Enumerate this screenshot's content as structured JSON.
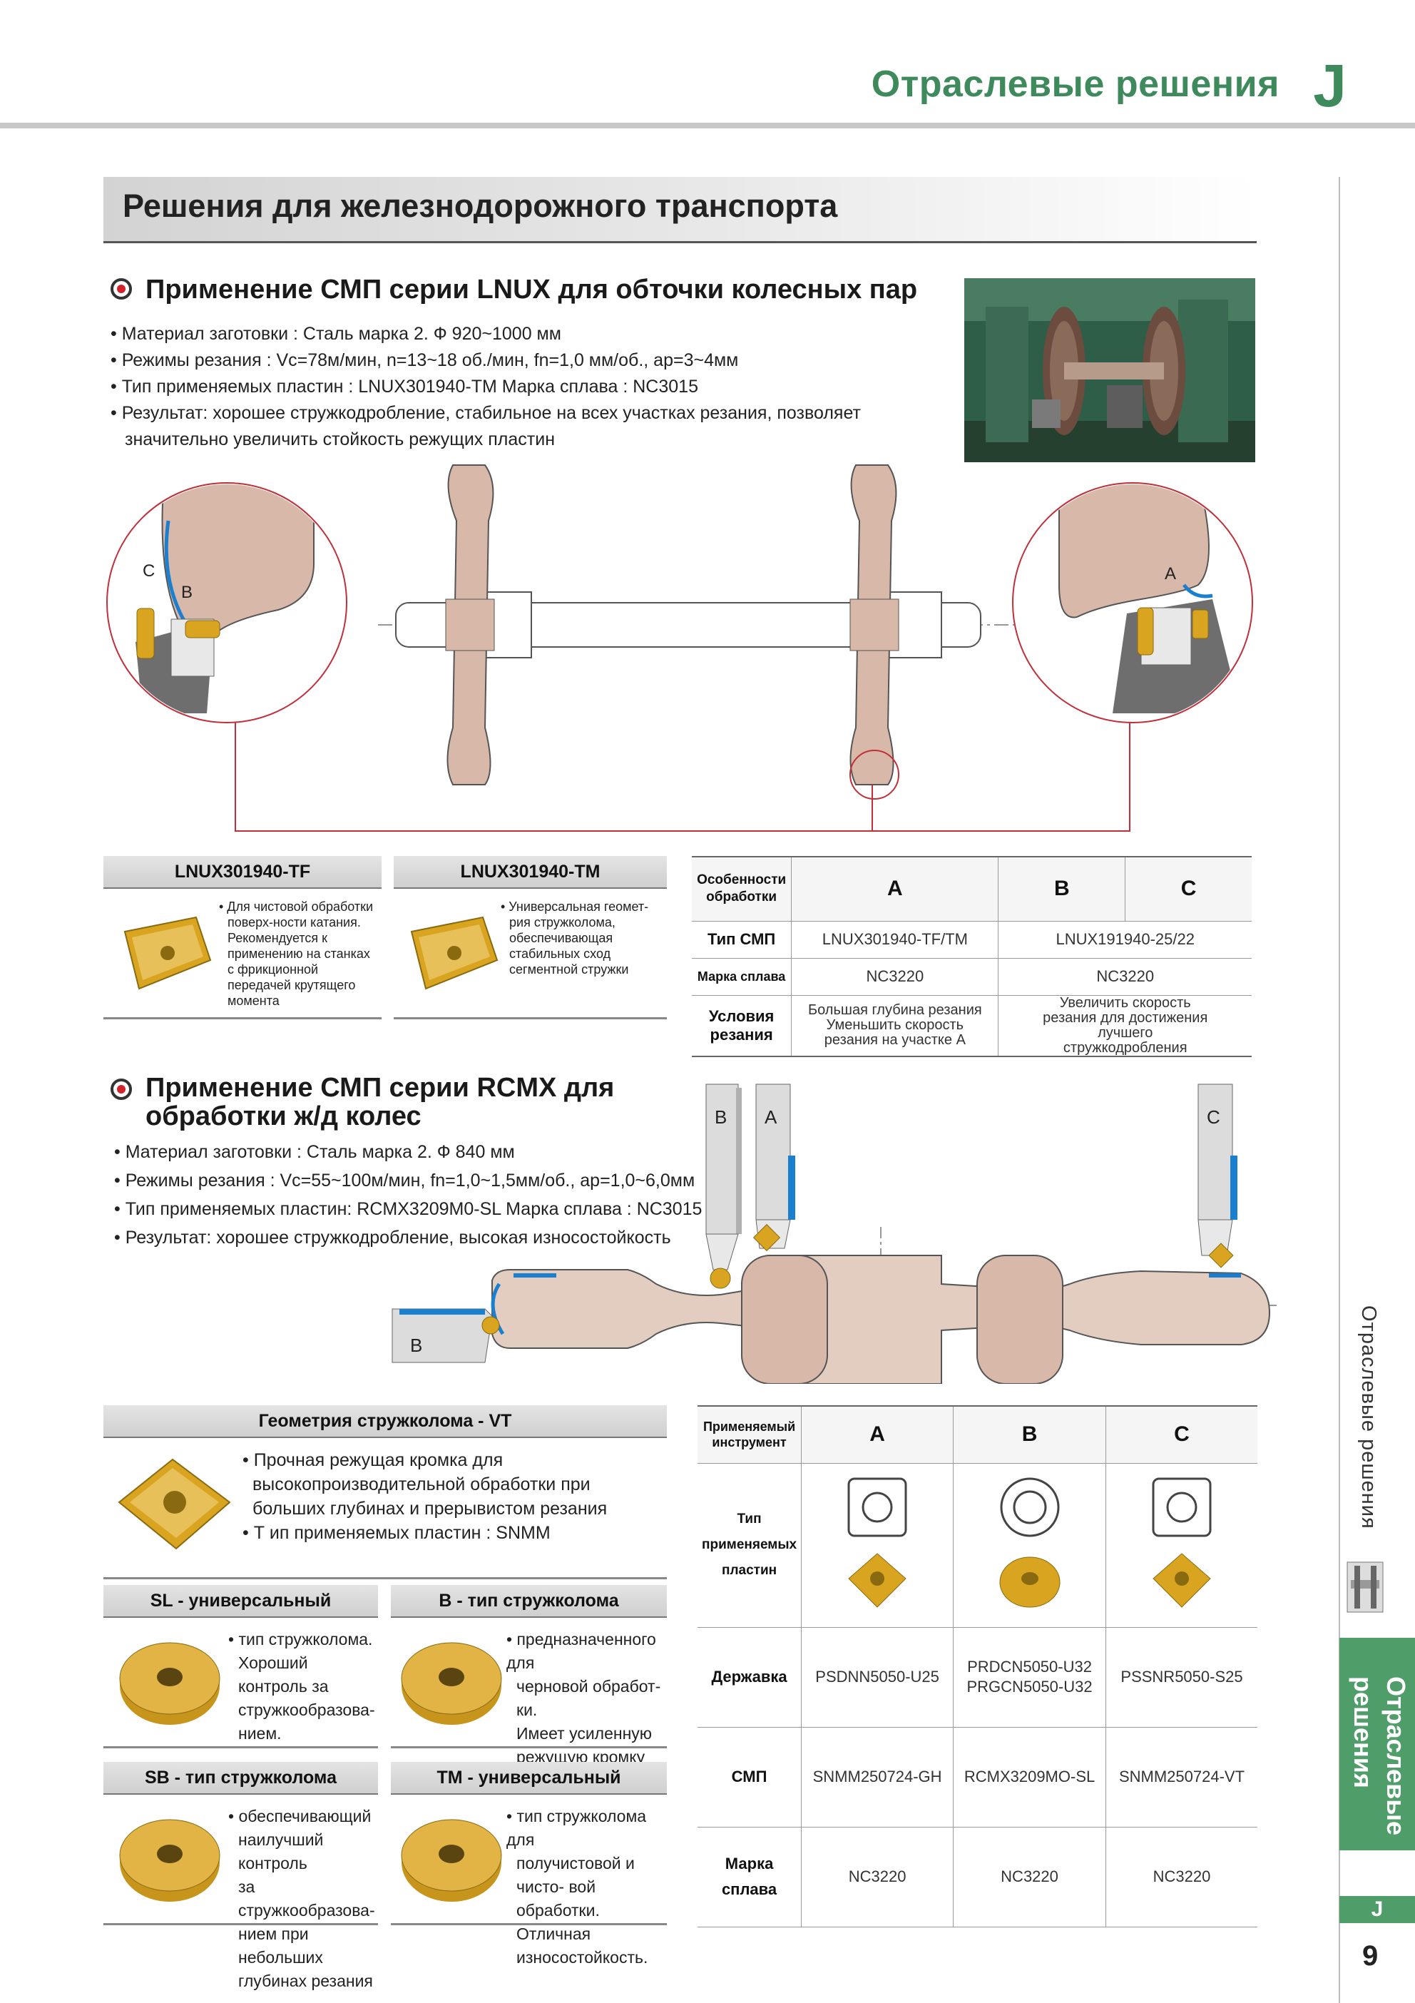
{
  "header": {
    "title": "Отраслевые решения",
    "letter": "J"
  },
  "page_title": "Решения для железнодорожного транспорта",
  "lnux": {
    "title": "Применение СМП серии LNUX для обточки колесных пар",
    "bullets": [
      "• Материал заготовки : Сталь марка 2. Ф 920~1000 мм",
      "• Режимы резания : Vc=78м/мин, n=13~18 об./мин, fn=1,0 мм/об., ap=3~4мм",
      "• Тип применяемых пластин : LNUX301940-TM Марка сплава : NC3015",
      "• Результат: хорошее стружкодробление, стабильное на всех участках резания, позволяет",
      "значительно увеличить стойкость режущих пластин"
    ],
    "diagram_labels": {
      "c": "C",
      "b": "B",
      "a": "A"
    },
    "cards": [
      {
        "name": "LNUX301940-TF",
        "lines": [
          "• Для чистовой обработки",
          "поверх-ности катания.",
          "Рекомендуется к",
          "применению на станках",
          "с фрикционной",
          "передачей крутящего",
          "момента"
        ]
      },
      {
        "name": "LNUX301940-TM",
        "lines": [
          "• Универсальная геомет-",
          "рия стружколома,",
          "обеспечивающая",
          "стабильных сход",
          "сегментной стружки"
        ]
      }
    ],
    "table": {
      "header": [
        "Особенности обработки",
        "A",
        "B",
        "C"
      ],
      "rows": [
        {
          "label": "Тип СМП",
          "a": "LNUX301940-TF/TM",
          "bc": "LNUX191940-25/22"
        },
        {
          "label": "Марка сплава",
          "a": "NC3220",
          "bc": "NC3220"
        },
        {
          "label": "Условия резания",
          "a": "Большая глубина резания Уменьшить скорость резания на участке А",
          "bc": "Увеличить скорость резания для достижения лучшего стружкодробления"
        }
      ]
    }
  },
  "rcmx": {
    "title_line1": "Применение СМП серии RCMX для",
    "title_line2": "обработки ж/д колес",
    "bullets": [
      "• Материал заготовки : Сталь марка 2. Ф 840 мм",
      "• Режимы резания : Vc=55~100м/мин, fn=1,0~1,5мм/об., ap=1,0~6,0мм",
      "• Тип применяемых пластин: RCMX3209M0-SL Марка сплава : NC3015",
      "• Результат: хорошее стружкодробление, высокая износостойкость"
    ],
    "diagram_labels": {
      "b_top": "B",
      "a_top": "A",
      "c_top": "C",
      "b_bottom": "B"
    },
    "geometry": {
      "title": "Геометрия стружколома - VT",
      "lines": [
        "• Прочная режущая кромка для",
        "высокопроизводительной обработки при",
        "больших глубинах и прерывистом резания",
        "• Т ип применяемых пластин : SNMM"
      ]
    },
    "inserts": [
      {
        "name": "SL - универсальный",
        "lines": [
          "• тип стружколома.",
          "Хороший контроль за",
          "стружкообразова-",
          "нием."
        ]
      },
      {
        "name": "B - тип стружколома",
        "lines": [
          "• предназначенного для",
          "черновой обработ- ки.",
          "Имеет усиленную",
          "режущую кромку"
        ]
      },
      {
        "name": "SB - тип стружколома",
        "lines": [
          "• обеспечивающий",
          "наилучший контроль",
          "за стружкообразова-",
          "нием при небольших",
          "глубинах резания"
        ]
      },
      {
        "name": "TM - универсальный",
        "lines": [
          "• тип стружколома для",
          "получистовой и",
          "чисто- вой",
          "обработки. Отличная",
          "износостойкость."
        ]
      }
    ],
    "table": {
      "header": [
        "Применяемый инструмент",
        "A",
        "B",
        "C"
      ],
      "insert_type_label": "Тип применяемых пластин",
      "holder_label": "Державка",
      "holders": [
        "PSDNN5050-U25",
        "PRDCN5050-U32",
        "PRGCN5050-U32",
        "PSSNR5050-S25"
      ],
      "smp_label": "СМП",
      "smp": [
        "SNMM250724-GH",
        "RCMX3209MO-SL",
        "SNMM250724-VT"
      ],
      "grade_label": "Марка сплава",
      "grades": [
        "NC3220",
        "NC3220",
        "NC3220"
      ]
    }
  },
  "sidebar": {
    "vertical_label": "Отраслевые решения",
    "tab_line1": "Отраслевые",
    "tab_line2": "решения",
    "letter": "J",
    "page": "9"
  },
  "colors": {
    "brand_green": "#3f8a5c",
    "tab_green": "#4f9d69",
    "accent_red": "#d0232b",
    "wheel": "#d8b8a8",
    "insert_gold": "#d9a520"
  }
}
